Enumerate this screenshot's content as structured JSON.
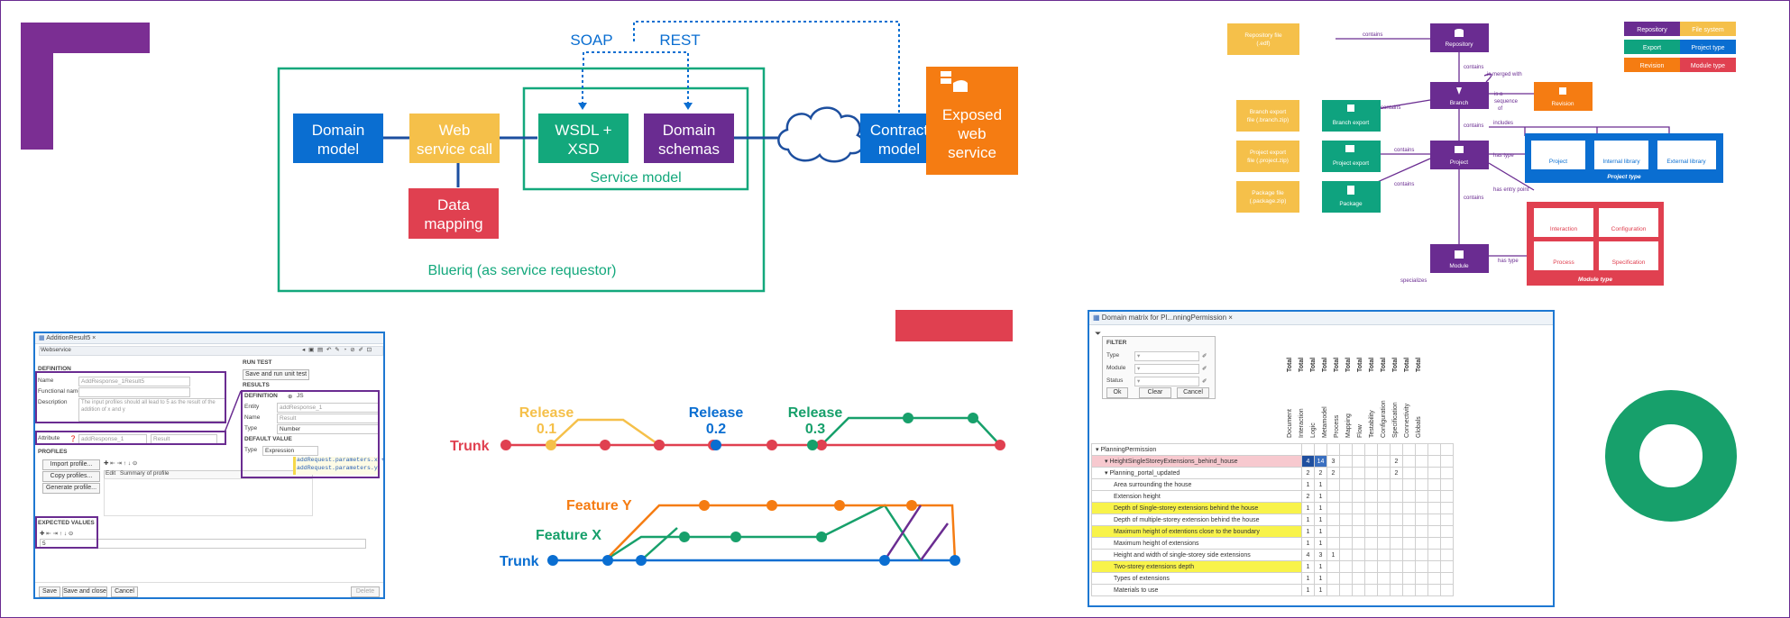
{
  "colors": {
    "purple": "#6a2c91",
    "blue": "#0a6ed1",
    "teal": "#0fa37f",
    "yellow": "#f5c04a",
    "red": "#e04050",
    "orange": "#f57c12",
    "green": "#17a06b"
  },
  "service": {
    "domain_model": [
      "Domain",
      "model"
    ],
    "web_service_call": [
      "Web",
      "service call"
    ],
    "data_mapping": [
      "Data",
      "mapping"
    ],
    "wsdl": [
      "WSDL +",
      "XSD"
    ],
    "domain_schemas": [
      "Domain",
      "schemas"
    ],
    "service_model": "Service model",
    "contract_model": [
      "Contract",
      "model"
    ],
    "exposed": [
      "Exposed",
      "web",
      "service"
    ],
    "soap": "SOAP",
    "rest": "REST",
    "blueriq": "Blueriq (as service requestor)"
  },
  "repo": {
    "legend": [
      "Repository",
      "File system",
      "Export",
      "Project type",
      "Revision",
      "Module type"
    ],
    "repository_file": [
      "Repository file",
      "(.edf)"
    ],
    "repository": "Repository",
    "branch": "Branch",
    "revision": "Revision",
    "branch_export": "Branch export",
    "branch_export_file": [
      "Branch export",
      "file (.branch.zip)"
    ],
    "project": "Project",
    "project_export": "Project export",
    "project_export_file": [
      "Project export",
      "file (.project.zip)"
    ],
    "package": "Package",
    "package_file": [
      "Package file",
      "(.package.zip)"
    ],
    "module": "Module",
    "project_types": [
      "Project",
      "Internal library",
      "External library"
    ],
    "project_type_caption": "Project type",
    "module_types": [
      "Interaction",
      "Configuration",
      "Process",
      "Specification"
    ],
    "module_type_caption": "Module type",
    "edges": {
      "contains": "contains",
      "merged": "is merged with",
      "sequence": [
        "is a",
        "sequence",
        "of"
      ],
      "includes": "includes",
      "has_type": "has type",
      "has_entry": "has entry point",
      "specializes": "specializes"
    }
  },
  "git": {
    "trunk": "Trunk",
    "releases": [
      [
        "Release",
        "0.1"
      ],
      [
        "Release",
        "0.2"
      ],
      [
        "Release",
        "0.3"
      ]
    ],
    "feature_x": "Feature X",
    "feature_y": "Feature Y"
  },
  "webservice": {
    "tab": "AdditionResult5",
    "tree": "Webservice",
    "definition": "DEFINITION",
    "name_lbl": "Name",
    "name_val": "AddResponse_1Result5",
    "func_lbl": "Functional name",
    "desc_lbl": "Description",
    "desc_val": "The input profiles should all lead to 5 as the result of the addition of x and y",
    "attribute_lbl": "Attribute",
    "attribute_val": "addResponse_1",
    "result_val": "Result",
    "profiles": "PROFILES",
    "import_profile": "Import profile...",
    "copy_profiles": "Copy profiles...",
    "generate_profile": "Generate profile...",
    "edit_col": "Edit",
    "summary_col": "Summary of profile",
    "expected": "EXPECTED VALUES",
    "expected_val": "5",
    "run_test": "RUN TEST",
    "save_run": "Save and run unit test",
    "results": "RESULTS",
    "def2": "DEFINITION",
    "js": "JS",
    "entity_lbl": "Entity",
    "entity_val": "addResponse_1",
    "name2_val": "Result",
    "type_lbl": "Type",
    "type_val": "Number",
    "default_value": "DEFAULT VALUE",
    "type2_val": "Expression",
    "code": [
      "addRequest.parameters.x +",
      "addRequest.parameters.y"
    ],
    "save": "Save",
    "save_close": "Save and close",
    "cancel": "Cancel",
    "delete": "Delete"
  },
  "matrix": {
    "title": "Domain matrix for Pl...nningPermission",
    "filter": "FILTER",
    "type": "Type",
    "module": "Module",
    "status": "Status",
    "ok": "Ok",
    "clear": "Clear",
    "cancel": "Cancel",
    "columns": [
      "Document",
      "Interaction",
      "Logic",
      "Metamodel",
      "Process",
      "Mapping",
      "Flow",
      "Testability",
      "Configuration",
      "Specification",
      "Connectivity",
      "Globals"
    ],
    "total": "Total",
    "rows": [
      {
        "label": "PlanningPermission",
        "indent": 0,
        "cells": [
          "",
          "",
          "",
          "",
          "",
          "",
          "",
          "",
          "",
          "",
          "",
          ""
        ],
        "hl": ""
      },
      {
        "label": "HeightSingleStoreyExtensions_behind_house",
        "indent": 1,
        "cells": [
          "4",
          "14",
          "3",
          "",
          "",
          "",
          "",
          "2",
          "",
          "",
          "",
          ""
        ],
        "hl": "pink"
      },
      {
        "label": "Planning_portal_updated",
        "indent": 1,
        "cells": [
          "2",
          "2",
          "2",
          "",
          "",
          "",
          "",
          "2",
          "",
          "",
          "",
          ""
        ],
        "hl": ""
      },
      {
        "label": "Area surrounding the house",
        "indent": 2,
        "cells": [
          "1",
          "1",
          "",
          "",
          "",
          "",
          "",
          "",
          "",
          "",
          "",
          ""
        ],
        "hl": ""
      },
      {
        "label": "Extension height",
        "indent": 2,
        "cells": [
          "2",
          "1",
          "",
          "",
          "",
          "",
          "",
          "",
          "",
          "",
          "",
          ""
        ],
        "hl": ""
      },
      {
        "label": "Depth of Single-storey extensions behind the house",
        "indent": 2,
        "cells": [
          "1",
          "1",
          "",
          "",
          "",
          "",
          "",
          "",
          "",
          "",
          "",
          ""
        ],
        "hl": "yellow"
      },
      {
        "label": "Depth of multiple-storey extension behind the house",
        "indent": 2,
        "cells": [
          "1",
          "1",
          "",
          "",
          "",
          "",
          "",
          "",
          "",
          "",
          "",
          ""
        ],
        "hl": ""
      },
      {
        "label": "Maximum height of extentions close to the boundary",
        "indent": 2,
        "cells": [
          "1",
          "1",
          "",
          "",
          "",
          "",
          "",
          "",
          "",
          "",
          "",
          ""
        ],
        "hl": "yellow"
      },
      {
        "label": "Maximum height of extensions",
        "indent": 2,
        "cells": [
          "1",
          "1",
          "",
          "",
          "",
          "",
          "",
          "",
          "",
          "",
          "",
          ""
        ],
        "hl": ""
      },
      {
        "label": "Height and width of single-storey side extensions",
        "indent": 2,
        "cells": [
          "4",
          "3",
          "1",
          "",
          "",
          "",
          "",
          "",
          "",
          "",
          "",
          ""
        ],
        "hl": ""
      },
      {
        "label": "Two-storey extensions depth",
        "indent": 2,
        "cells": [
          "1",
          "1",
          "",
          "",
          "",
          "",
          "",
          "",
          "",
          "",
          "",
          ""
        ],
        "hl": "yellow"
      },
      {
        "label": "Types of extensions",
        "indent": 2,
        "cells": [
          "1",
          "1",
          "",
          "",
          "",
          "",
          "",
          "",
          "",
          "",
          "",
          ""
        ],
        "hl": ""
      },
      {
        "label": "Materials to use",
        "indent": 2,
        "cells": [
          "1",
          "1",
          "",
          "",
          "",
          "",
          "",
          "",
          "",
          "",
          "",
          ""
        ],
        "hl": ""
      }
    ]
  }
}
